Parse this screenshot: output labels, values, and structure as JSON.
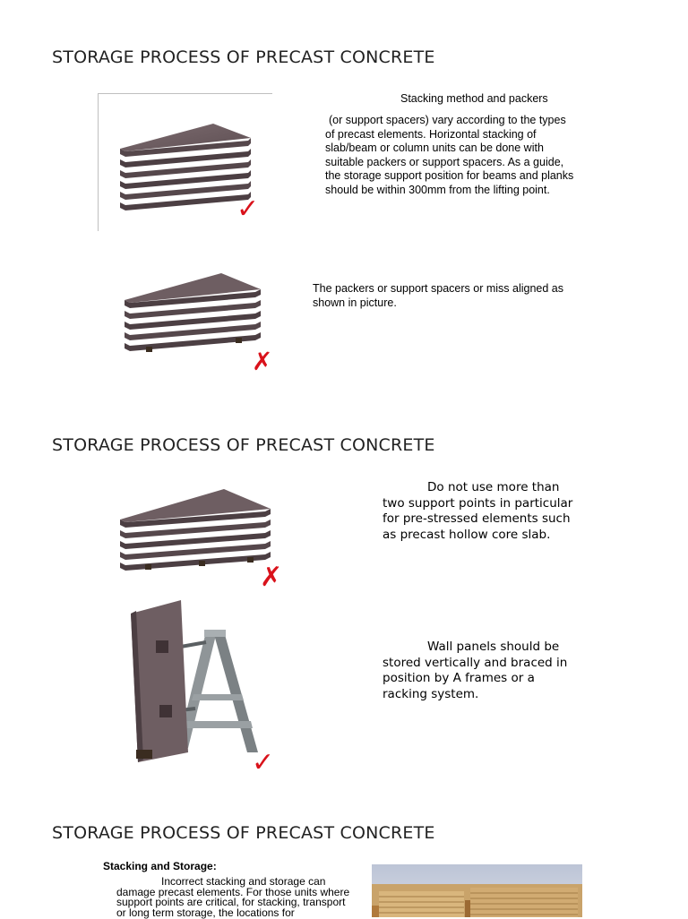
{
  "sections": [
    {
      "heading": "STORAGE PROCESS OF PRECAST CONCRETE",
      "items": [
        {
          "title": "Stacking method and packers",
          "text": "(or support spacers) vary according to the types of precast elements. Horizontal stacking of slab/beam or column units can be done with suitable packers or support spacers. As a guide, the storage support position for beams and planks should be within 300mm from the lifting point.",
          "mark": "✓",
          "icon": "check-icon"
        },
        {
          "text": "The packers or support spacers or miss aligned as shown in picture.",
          "mark": "✗",
          "icon": "cross-icon"
        }
      ]
    },
    {
      "heading": "STORAGE PROCESS OF PRECAST CONCRETE",
      "items": [
        {
          "text": "Do not use more than two support points in particular for pre-stressed elements such as precast hollow core slab.",
          "mark": "✗",
          "icon": "cross-icon"
        },
        {
          "text": "Wall panels should be stored vertically and braced in position by A frames or a racking system.",
          "mark": "✓",
          "icon": "check-icon"
        }
      ]
    },
    {
      "heading": "STORAGE PROCESS OF PRECAST CONCRETE",
      "items": [
        {
          "title": "Stacking and Storage:",
          "text": "Incorrect stacking and storage can damage precast elements. For those units where support points are critical, for stacking, transport or long term storage, the locations for"
        }
      ]
    }
  ],
  "colors": {
    "mark": "#d9121b",
    "concrete": "#6e5e62",
    "frame": "#8f9598"
  }
}
